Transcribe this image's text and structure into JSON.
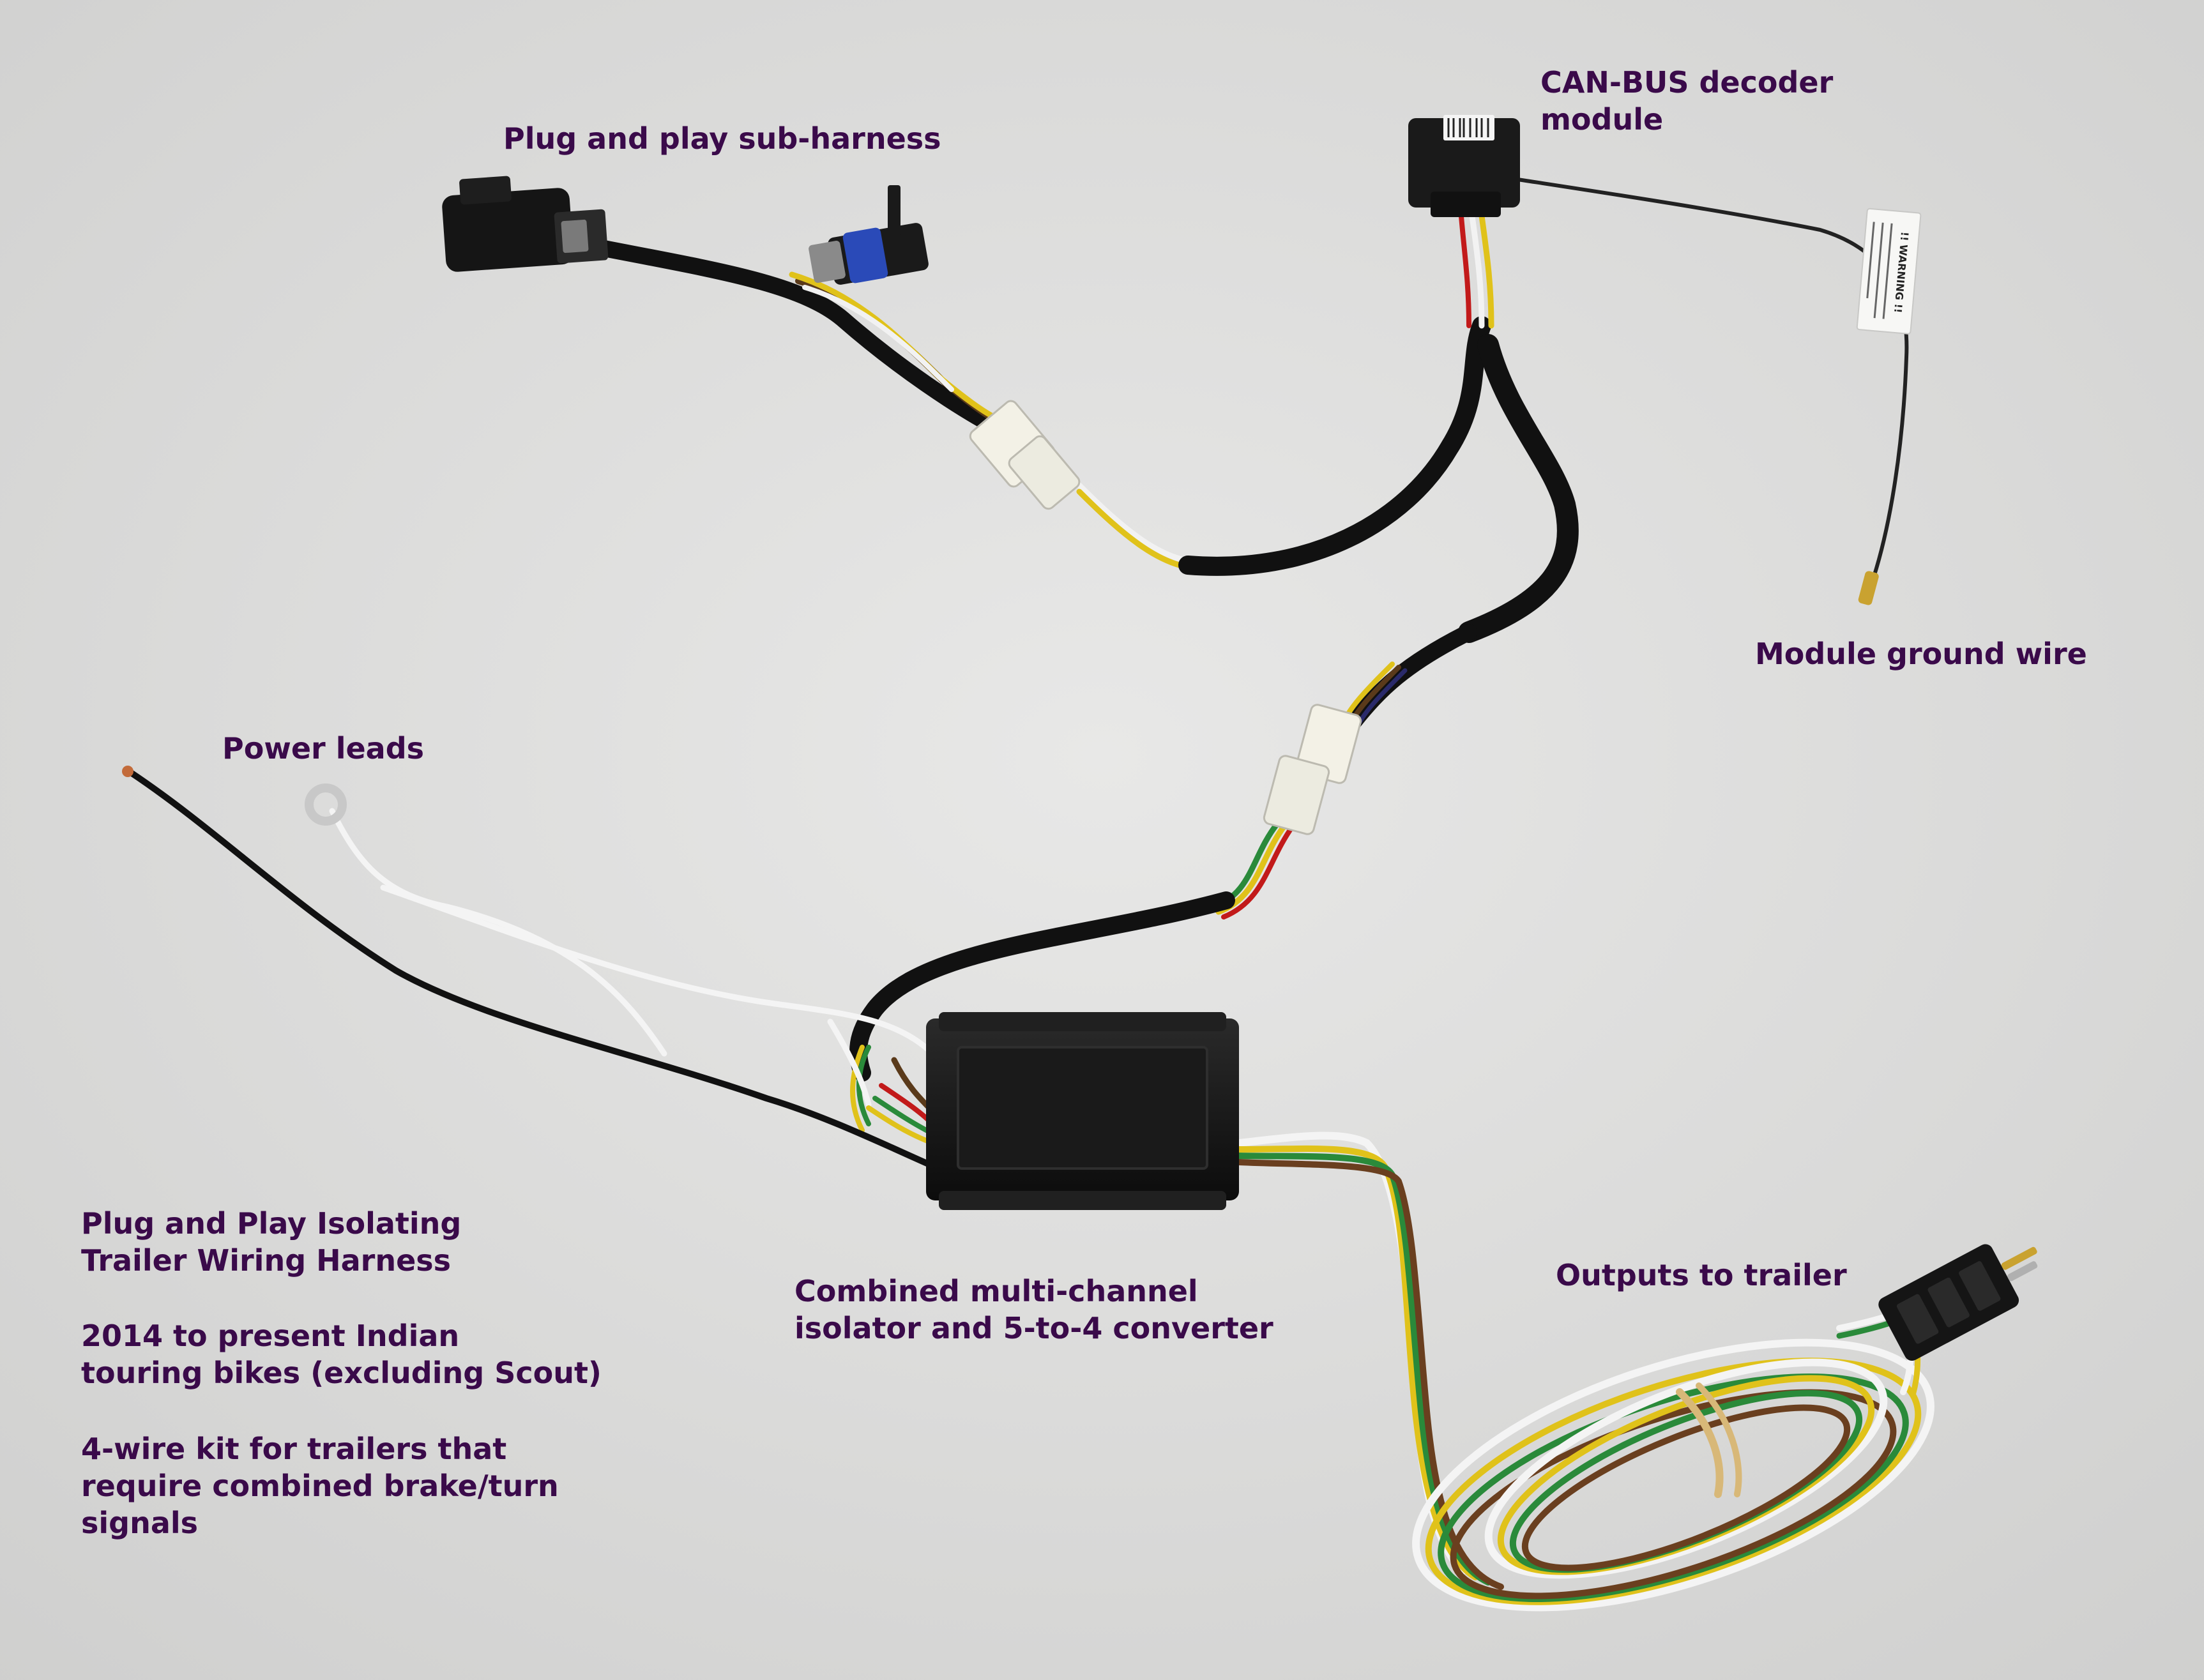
{
  "photo": {
    "background_color": "#dcdcdb",
    "label_color": "#3a0a4a",
    "module_warning_tag": "!! WARNING !!"
  },
  "labels": {
    "sub_harness": "Plug and play sub-harness",
    "decoder": "CAN-BUS decoder\nmodule",
    "ground_wire": "Module ground wire",
    "power_leads": "Power leads",
    "product_title": "Plug and Play Isolating\nTrailer Wiring Harness",
    "fitment": "2014 to present Indian\ntouring bikes (excluding Scout)",
    "kit_note": "4-wire kit for trailers that\nrequire combined brake/turn\nsignals",
    "isolator": "Combined multi-channel\nisolator and 5-to-4 converter",
    "outputs": "Outputs to trailer"
  }
}
